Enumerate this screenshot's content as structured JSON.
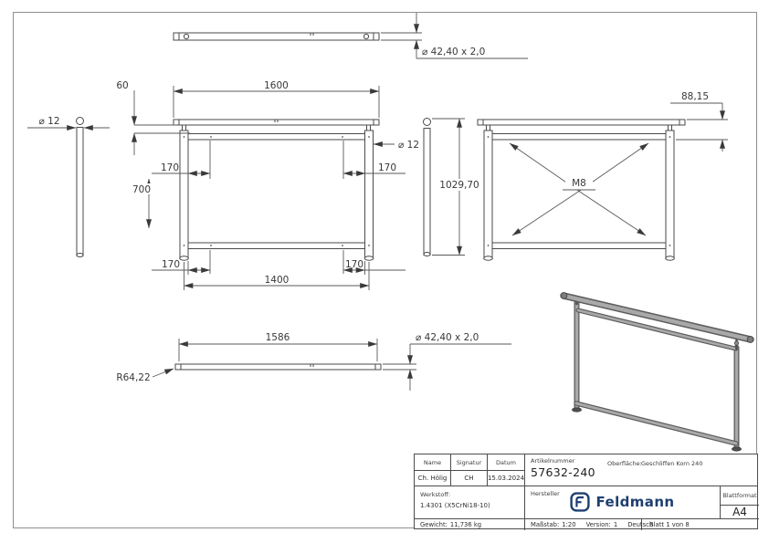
{
  "colors": {
    "brand_navy": "#1e3f70",
    "line_gray": "#4a4a4a",
    "steel_gray": "#a6a6a6"
  },
  "dims": {
    "top_dia": "⌀ 42,40 x 2,0",
    "front_length": "1600",
    "front_offset": "60",
    "side_post_dia": "⌀ 12",
    "front_post_dia": "⌀ 12",
    "front_inset_tl": "170",
    "front_inset_tr": "170",
    "front_height": "700",
    "front_inset_bl": "170",
    "front_inset_br": "170",
    "front_width": "1400",
    "post_height": "1029,70",
    "back_offset": "88,15",
    "thread": "M8",
    "bottom_length": "1586",
    "bottom_radius": "R64,22",
    "bottom_dia": "⌀ 42,40 x 2,0"
  },
  "title_block": {
    "name_header": "Name",
    "signature_header": "Signatur",
    "date_header": "Datum",
    "name": "Ch. Hölig",
    "signature": "CH",
    "date": "15.03.2024",
    "article_label": "Artikelnummer",
    "article_number": "57632-240",
    "surface_label": "Oberfläche:",
    "surface_value": "Geschliffen Korn 240",
    "material_label": "Werkstoff:",
    "material_value": "1.4301 (X5CrNi18-10)",
    "manufacturer_label": "Hersteller",
    "brand": "Feldmann",
    "format_label": "Blattformat",
    "format_value": "A4",
    "weight_label": "Gewicht:",
    "weight_value": "11,736 kg",
    "scale_label": "Maßstab:",
    "scale_value": "1:20",
    "version_label": "Version:",
    "version_value": "1",
    "language": "Deutsch",
    "sheet": "Blatt 1 von 8"
  }
}
